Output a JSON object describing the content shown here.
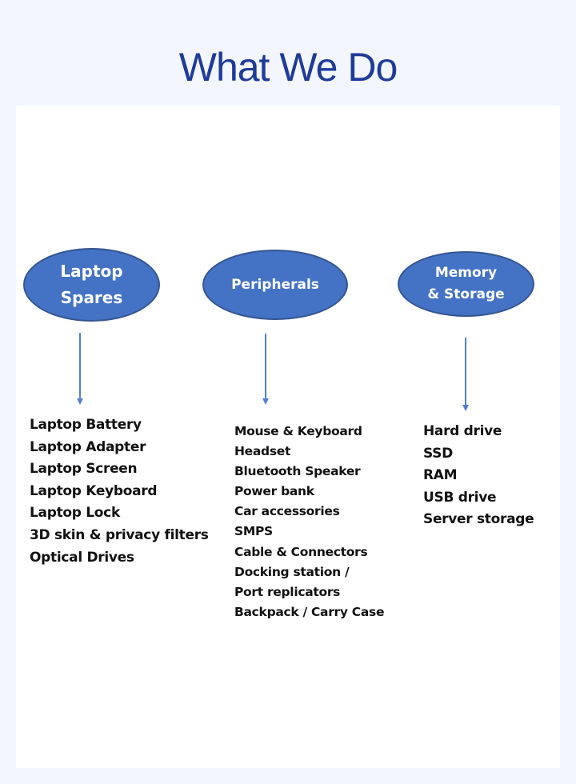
{
  "page": {
    "title": "What We Do"
  },
  "colors": {
    "title": "#1f3b99",
    "oval_fill": "#4472c4",
    "oval_border": "#34558f",
    "arrow": "#4f7fd0",
    "page_bg": "#f3f6fe",
    "panel_bg": "#ffffff"
  },
  "diagram": {
    "categories": [
      {
        "label": "Laptop\nSpares",
        "items": [
          "Laptop Battery",
          "Laptop Adapter",
          "Laptop Screen",
          "Laptop Keyboard",
          "Laptop Lock",
          "3D skin & privacy filters",
          "Optical Drives"
        ]
      },
      {
        "label": "Peripherals",
        "items": [
          "Mouse & Keyboard",
          "Headset",
          "Bluetooth Speaker",
          "Power bank",
          "Car accessories",
          "SMPS",
          "Cable & Connectors",
          "Docking station /",
          "Port replicators",
          "Backpack / Carry Case"
        ]
      },
      {
        "label": "Memory\n& Storage",
        "items": [
          "Hard drive",
          "SSD",
          "RAM",
          "USB drive",
          "Server storage"
        ]
      }
    ]
  }
}
